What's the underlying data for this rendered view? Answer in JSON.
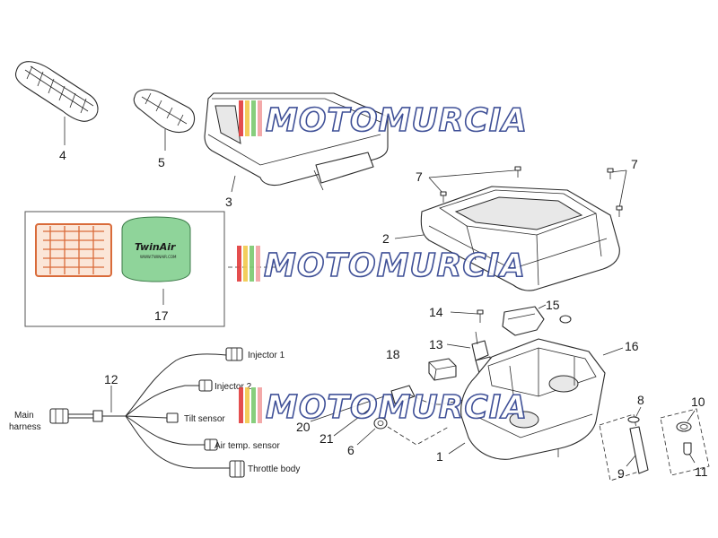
{
  "diagram": {
    "part_numbers": {
      "p1": "1",
      "p2": "2",
      "p3": "3",
      "p4": "4",
      "p5": "5",
      "p6": "6",
      "p7a": "7",
      "p7b": "7",
      "p8": "8",
      "p9": "9",
      "p10": "10",
      "p11": "11",
      "p12": "12",
      "p13": "13",
      "p14": "14",
      "p15": "15",
      "p16": "16",
      "p17": "17",
      "p18": "18",
      "p20": "20",
      "p21": "21"
    },
    "connector_labels": {
      "main_harness_line1": "Main",
      "main_harness_line2": "harness",
      "injector1": "Injector 1",
      "injector2": "Injector 2",
      "tilt_sensor": "Tilt sensor",
      "air_temp_sensor": "Air temp. sensor",
      "throttle_body": "Throttle body"
    },
    "filter_brand": {
      "name": "TwinAir",
      "url": "WWW.TWINAIR.COM"
    },
    "watermark": {
      "text": "MOTOMURCIA",
      "stripe_colors": [
        "#e23b3b",
        "#f2c94c",
        "#7bc96f",
        "#f2a0a0"
      ]
    },
    "colors": {
      "filter_green": "#8fd49a",
      "filter_frame": "#d96b3a",
      "watermark_outline": "#2b3e8c"
    }
  }
}
